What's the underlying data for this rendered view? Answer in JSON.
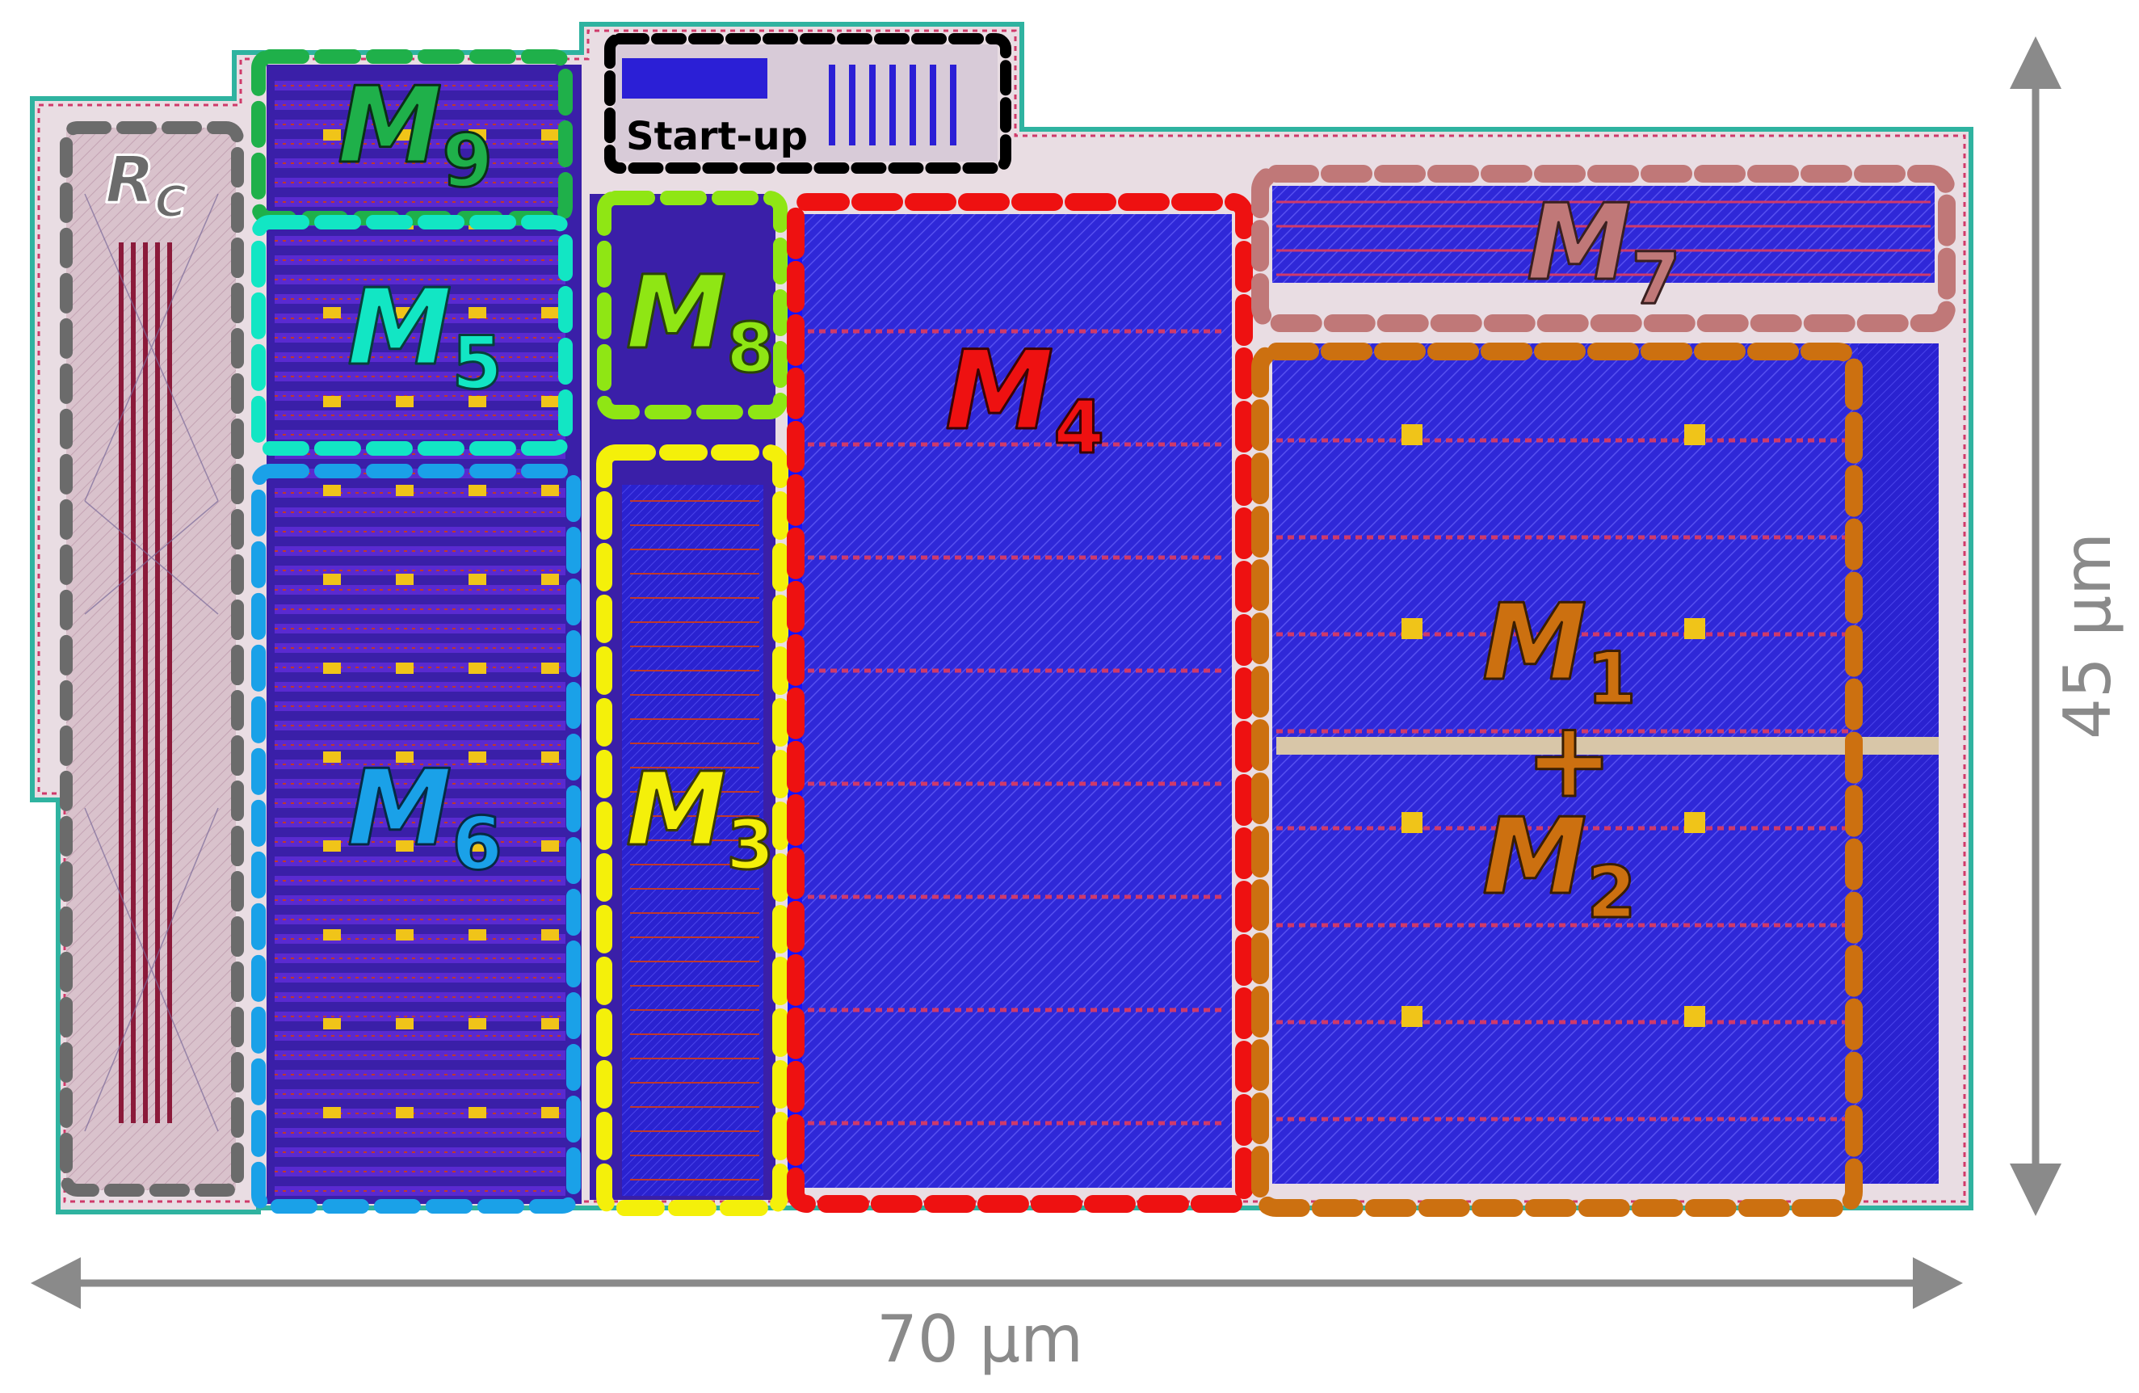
{
  "blocks": [
    {
      "id": "rc",
      "label": "R",
      "sub": "C",
      "color": "#6b6b6b"
    },
    {
      "id": "m9",
      "label": "M",
      "sub": "9",
      "color": "#1fb04a"
    },
    {
      "id": "m5",
      "label": "M",
      "sub": "5",
      "color": "#12e6c4"
    },
    {
      "id": "m6",
      "label": "M",
      "sub": "6",
      "color": "#1aa1e8"
    },
    {
      "id": "m8",
      "label": "M",
      "sub": "8",
      "color": "#8fe614"
    },
    {
      "id": "m3",
      "label": "M",
      "sub": "3",
      "color": "#f4f00a"
    },
    {
      "id": "m4",
      "label": "M",
      "sub": "4",
      "color": "#ee1111"
    },
    {
      "id": "m7",
      "label": "M",
      "sub": "7",
      "color": "#c07878"
    },
    {
      "id": "m12",
      "label": "M",
      "sub": "1",
      "label2": "M",
      "sub2": "2",
      "plus": "+",
      "color": "#cc7010"
    },
    {
      "id": "startup",
      "label": "Start-up",
      "color": "#000000"
    }
  ],
  "dimensions": {
    "width_label": "70 µm",
    "height_label": "45 µm",
    "arrow_color": "#8a8a8a"
  },
  "colors": {
    "metal_blue": "#2b1fd6",
    "poly_red": "#c0392b",
    "contact_yellow": "#f0c419",
    "substrate_pink": "#d8b4c8"
  }
}
